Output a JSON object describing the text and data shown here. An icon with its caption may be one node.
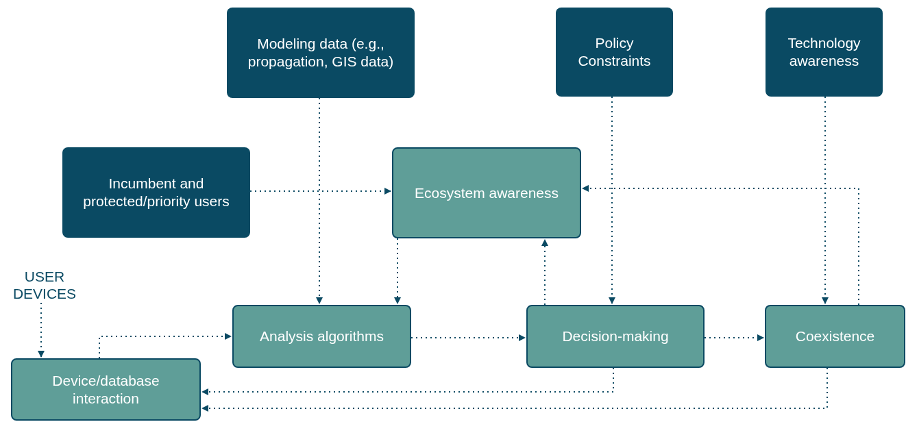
{
  "diagram": {
    "nodes": [
      {
        "text": [
          "Modeling data (e.g., propagation, GIS data)"
        ]
      },
      {
        "text": [
          "Policy Constraints"
        ]
      },
      {
        "text": [
          "Technology awareness"
        ]
      },
      {
        "text": [
          "Incumbent and protected/priority users"
        ]
      },
      {
        "text": [
          "Ecosystem awareness"
        ]
      },
      {
        "text": [
          "USER DEVICES"
        ]
      },
      {
        "text": [
          "Analysis algorithms"
        ]
      },
      {
        "text": [
          "Decision-making"
        ]
      },
      {
        "text": [
          "Coexistence"
        ]
      },
      {
        "text": [
          "Device/database interaction"
        ]
      }
    ],
    "edges": [
      {
        "from": 0,
        "to": 6,
        "arrow": "to"
      },
      {
        "from": 1,
        "to": 7,
        "arrow": "to"
      },
      {
        "from": 2,
        "to": 8,
        "arrow": "to"
      },
      {
        "from": 3,
        "to": 4,
        "arrow": "to"
      },
      {
        "from": 4,
        "to": 6,
        "arrow": "to"
      },
      {
        "from": 7,
        "to": 4,
        "arrow": "to"
      },
      {
        "from": 8,
        "to": 4,
        "arrow": "to"
      },
      {
        "from": 5,
        "to": 9,
        "arrow": "to"
      },
      {
        "from": 9,
        "to": 6,
        "arrow": "to"
      },
      {
        "from": 6,
        "to": 7,
        "arrow": "to"
      },
      {
        "from": 7,
        "to": 8,
        "arrow": "to"
      },
      {
        "from": 7,
        "to": 9,
        "arrow": "to"
      },
      {
        "from": 8,
        "to": 9,
        "arrow": "to"
      }
    ]
  }
}
